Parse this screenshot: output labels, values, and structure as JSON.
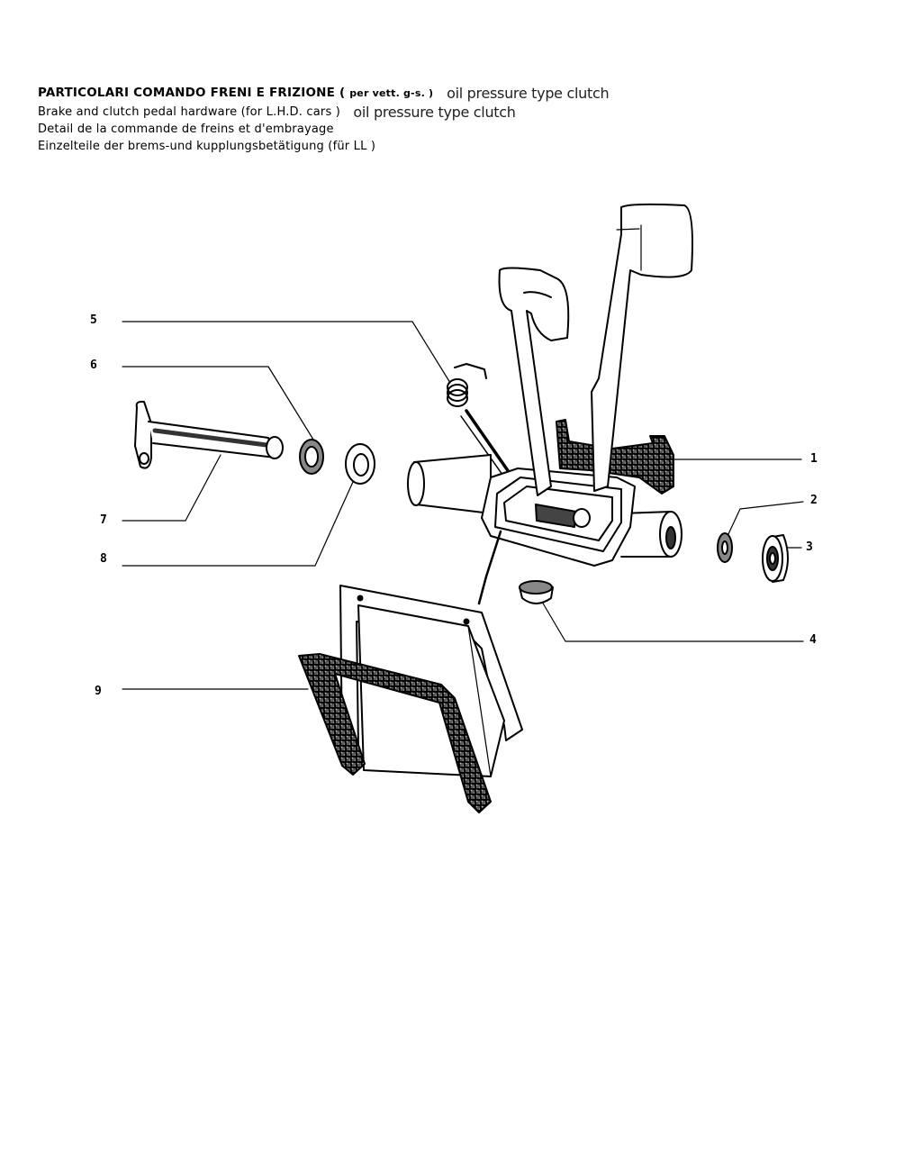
{
  "heading": {
    "line1": "PARTICOLARI COMANDO FRENI E FRIZIONE (",
    "line1_small": "per vett. g-s. )",
    "line1_note": "oil pressure type clutch",
    "line2": "Brake and clutch pedal hardware (for L.H.D. cars )",
    "line2_note": "oil pressure type clutch",
    "line3": "Detail de la commande de freins et d'embrayage",
    "line4": "Einzelteile der brems-und kupplungsbetätigung (für LL )"
  },
  "callouts": {
    "c1": "1",
    "c2": "2",
    "c3": "3",
    "c4": "4",
    "c5": "5",
    "c6": "6",
    "c7": "7",
    "c8": "8",
    "c9": "9"
  }
}
